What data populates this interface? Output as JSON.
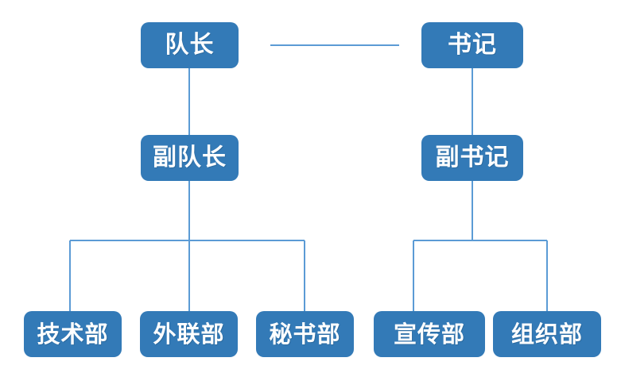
{
  "chart": {
    "type": "organization-chart",
    "title": "",
    "line_color": "#5B9BD5",
    "node_fill": "#337AB7",
    "node_text_color": "#FFFFFF",
    "background": "#FFFFFF",
    "nodes": {
      "team_leader": "队长",
      "secretary": "书记",
      "deputy_leader": "副队长",
      "deputy_secretary": "副书记",
      "departments": [
        "技术部",
        "外联部",
        "秘书部",
        "宣传部",
        "组织部"
      ]
    },
    "relations": [
      {
        "from": "队长",
        "to": "书记",
        "style": "peer-horizontal"
      },
      {
        "from": "队长",
        "to": "副队长",
        "style": "vertical"
      },
      {
        "from": "书记",
        "to": "副书记",
        "style": "vertical"
      },
      {
        "from": "副队长",
        "to": "技术部",
        "style": "elbow"
      },
      {
        "from": "副队长",
        "to": "外联部",
        "style": "vertical"
      },
      {
        "from": "副队长",
        "to": "秘书部",
        "style": "elbow"
      },
      {
        "from": "副书记",
        "to": "宣传部",
        "style": "elbow"
      },
      {
        "from": "副书记",
        "to": "组织部",
        "style": "elbow"
      }
    ]
  }
}
